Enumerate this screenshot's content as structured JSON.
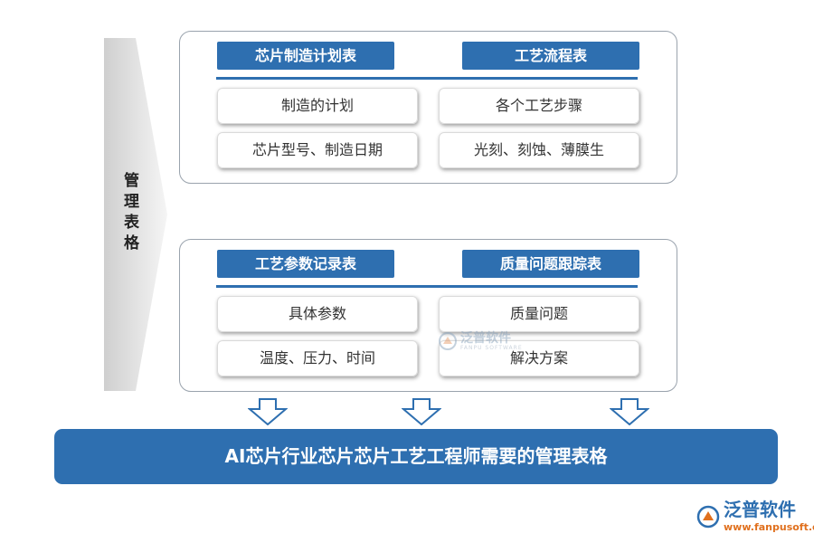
{
  "side_label": "管理表格",
  "groups": [
    {
      "headers": [
        "芯片制造计划表",
        "工艺流程表"
      ],
      "cells": [
        "制造的计划",
        "各个工艺步骤",
        "芯片型号、制造日期",
        "光刻、刻蚀、薄膜生"
      ]
    },
    {
      "headers": [
        "工艺参数记录表",
        "质量问题跟踪表"
      ],
      "cells": [
        "具体参数",
        "质量问题",
        "温度、压力、时间",
        "解决方案"
      ]
    }
  ],
  "banner": "AI芯片行业芯片芯片工艺工程师需要的管理表格",
  "watermark": {
    "text": "泛普软件",
    "sub": "FANPU SOFTWARE"
  },
  "logo": {
    "text": "泛普软件",
    "url": "www.fanpusoft.com"
  },
  "colors": {
    "primary_blue": "#2e6fb0",
    "logo_orange": "#e0701e"
  }
}
